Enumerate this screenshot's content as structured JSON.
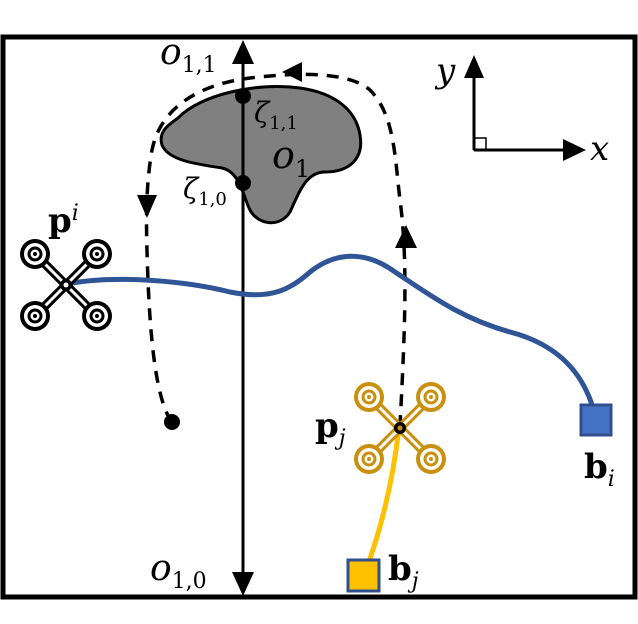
{
  "labels": {
    "o11": "o",
    "o11_sub": "1,1",
    "o10": "o",
    "o10_sub": "1,0",
    "zeta11": "ζ",
    "zeta11_sub": "1,1",
    "zeta10": "ζ",
    "zeta10_sub": "1,0",
    "o1": "o",
    "o1_sub": "1",
    "pi": "p",
    "pi_sub": "i",
    "pj": "p",
    "pj_sub": "j",
    "bi": "b",
    "bi_sub": "i",
    "bj": "b",
    "bj_sub": "j",
    "x_axis": "x",
    "y_axis": "y"
  },
  "colors": {
    "path_i": "#2f5597",
    "path_j": "#ffc000",
    "goal_i": "#4472c4",
    "goal_j": "#ffc000",
    "goal_border": "#2f4f8f",
    "obstacle": "#808080",
    "drone_i": "#000000",
    "drone_j": "#c9900c"
  },
  "icons": [
    "drone-i-icon",
    "drone-j-icon"
  ]
}
